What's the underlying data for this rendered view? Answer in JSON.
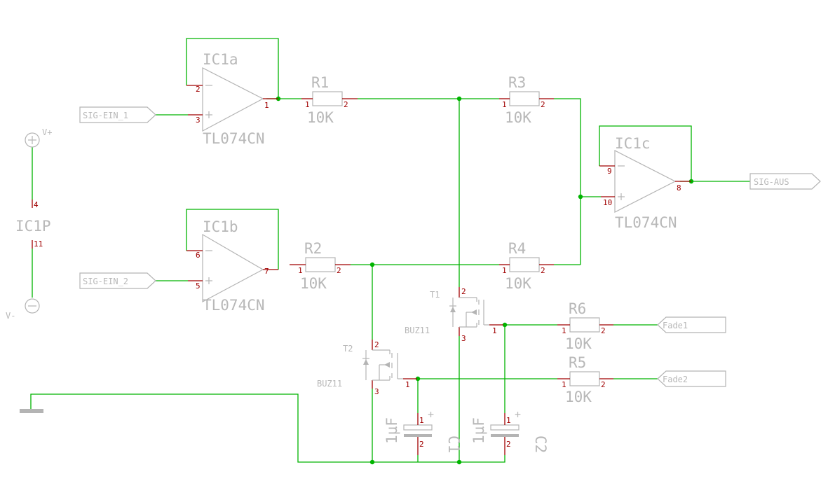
{
  "opamps": {
    "a": {
      "name": "IC1a",
      "value": "TL074CN",
      "pin_minus": "2",
      "pin_plus": "3",
      "pin_out": "1"
    },
    "b": {
      "name": "IC1b",
      "value": "TL074CN",
      "pin_minus": "6",
      "pin_plus": "5",
      "pin_out": "7"
    },
    "c": {
      "name": "IC1c",
      "value": "TL074CN",
      "pin_minus": "9",
      "pin_plus": "10",
      "pin_out": "8"
    }
  },
  "power": {
    "name": "IC1P",
    "vplus": "V+",
    "vminus": "V-",
    "pin_top": "4",
    "pin_bottom": "11"
  },
  "resistors": {
    "r1": {
      "name": "R1",
      "value": "10K",
      "pin1": "1",
      "pin2": "2"
    },
    "r2": {
      "name": "R2",
      "value": "10K",
      "pin1": "1",
      "pin2": "2"
    },
    "r3": {
      "name": "R3",
      "value": "10K",
      "pin1": "1",
      "pin2": "2"
    },
    "r4": {
      "name": "R4",
      "value": "10K",
      "pin1": "1",
      "pin2": "2"
    },
    "r5": {
      "name": "R5",
      "value": "10K",
      "pin1": "1",
      "pin2": "2"
    },
    "r6": {
      "name": "R6",
      "value": "10K",
      "pin1": "1",
      "pin2": "2"
    }
  },
  "transistors": {
    "t1": {
      "name": "T1",
      "value": "BUZ11",
      "pin_d": "2",
      "pin_g": "1",
      "pin_s": "3"
    },
    "t2": {
      "name": "T2",
      "value": "BUZ11",
      "pin_d": "2",
      "pin_g": "1",
      "pin_s": "3"
    }
  },
  "capacitors": {
    "c1": {
      "name": "C1",
      "value": "1µF",
      "pin1": "1",
      "pin2": "2",
      "plus": "+"
    },
    "c2": {
      "name": "C2",
      "value": "1µF",
      "pin1": "1",
      "pin2": "2",
      "plus": "+"
    }
  },
  "ports": {
    "sig_ein_1": "SIG-EIN_1",
    "sig_ein_2": "SIG-EIN_2",
    "sig_aus": "SIG-AUS",
    "fade1": "Fade1",
    "fade2": "Fade2"
  },
  "colors": {
    "wire": "#00b400",
    "pin": "#a00000",
    "symbol": "#b4b4b4"
  }
}
